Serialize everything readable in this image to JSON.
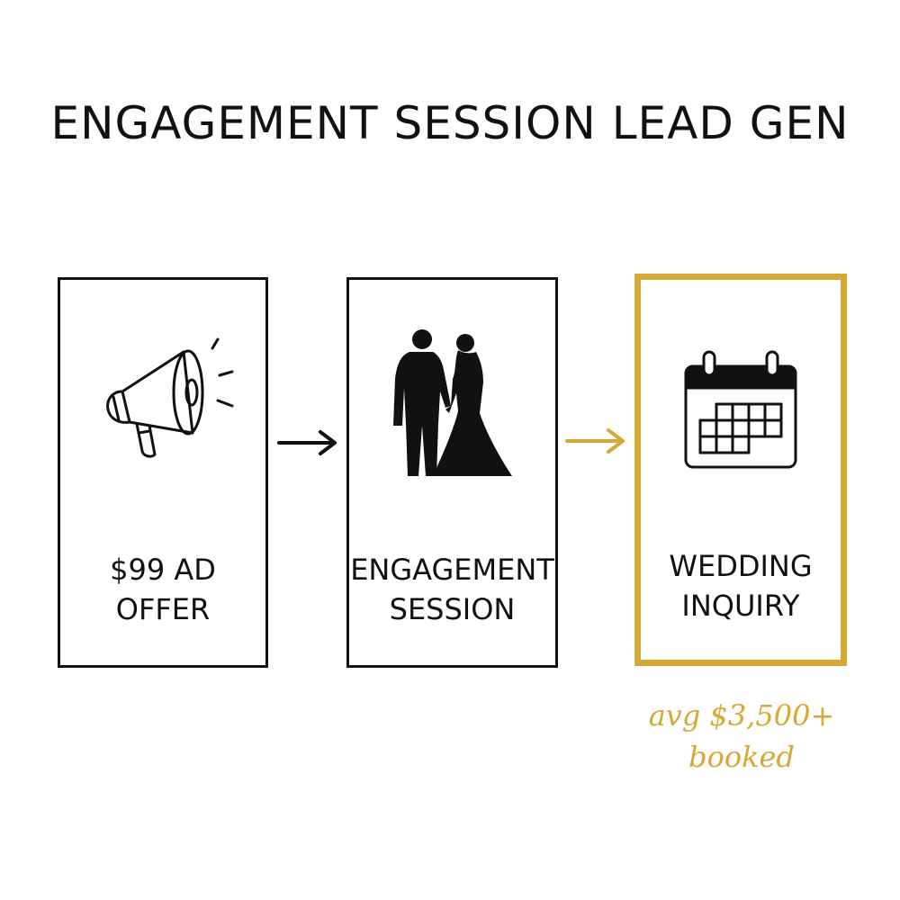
{
  "title": "ENGAGEMENT SESSION LEAD GEN",
  "colors": {
    "ink": "#111111",
    "accent": "#d6a835",
    "background": "#ffffff"
  },
  "steps": [
    {
      "icon": "megaphone-icon",
      "label_lines": [
        "$99 AD",
        "OFFER"
      ],
      "highlighted": false
    },
    {
      "icon": "couple-icon",
      "label_lines": [
        "ENGAGEMENT",
        "SESSION"
      ],
      "highlighted": false
    },
    {
      "icon": "calendar-icon",
      "label_lines": [
        "WEDDING",
        "INQUIRY"
      ],
      "highlighted": true
    }
  ],
  "arrows": [
    {
      "icon": "arrow-right-icon",
      "color": "#111111"
    },
    {
      "icon": "arrow-right-icon",
      "color": "#d6a835"
    }
  ],
  "note": {
    "lines": [
      "avg $3,500+",
      "booked"
    ]
  }
}
